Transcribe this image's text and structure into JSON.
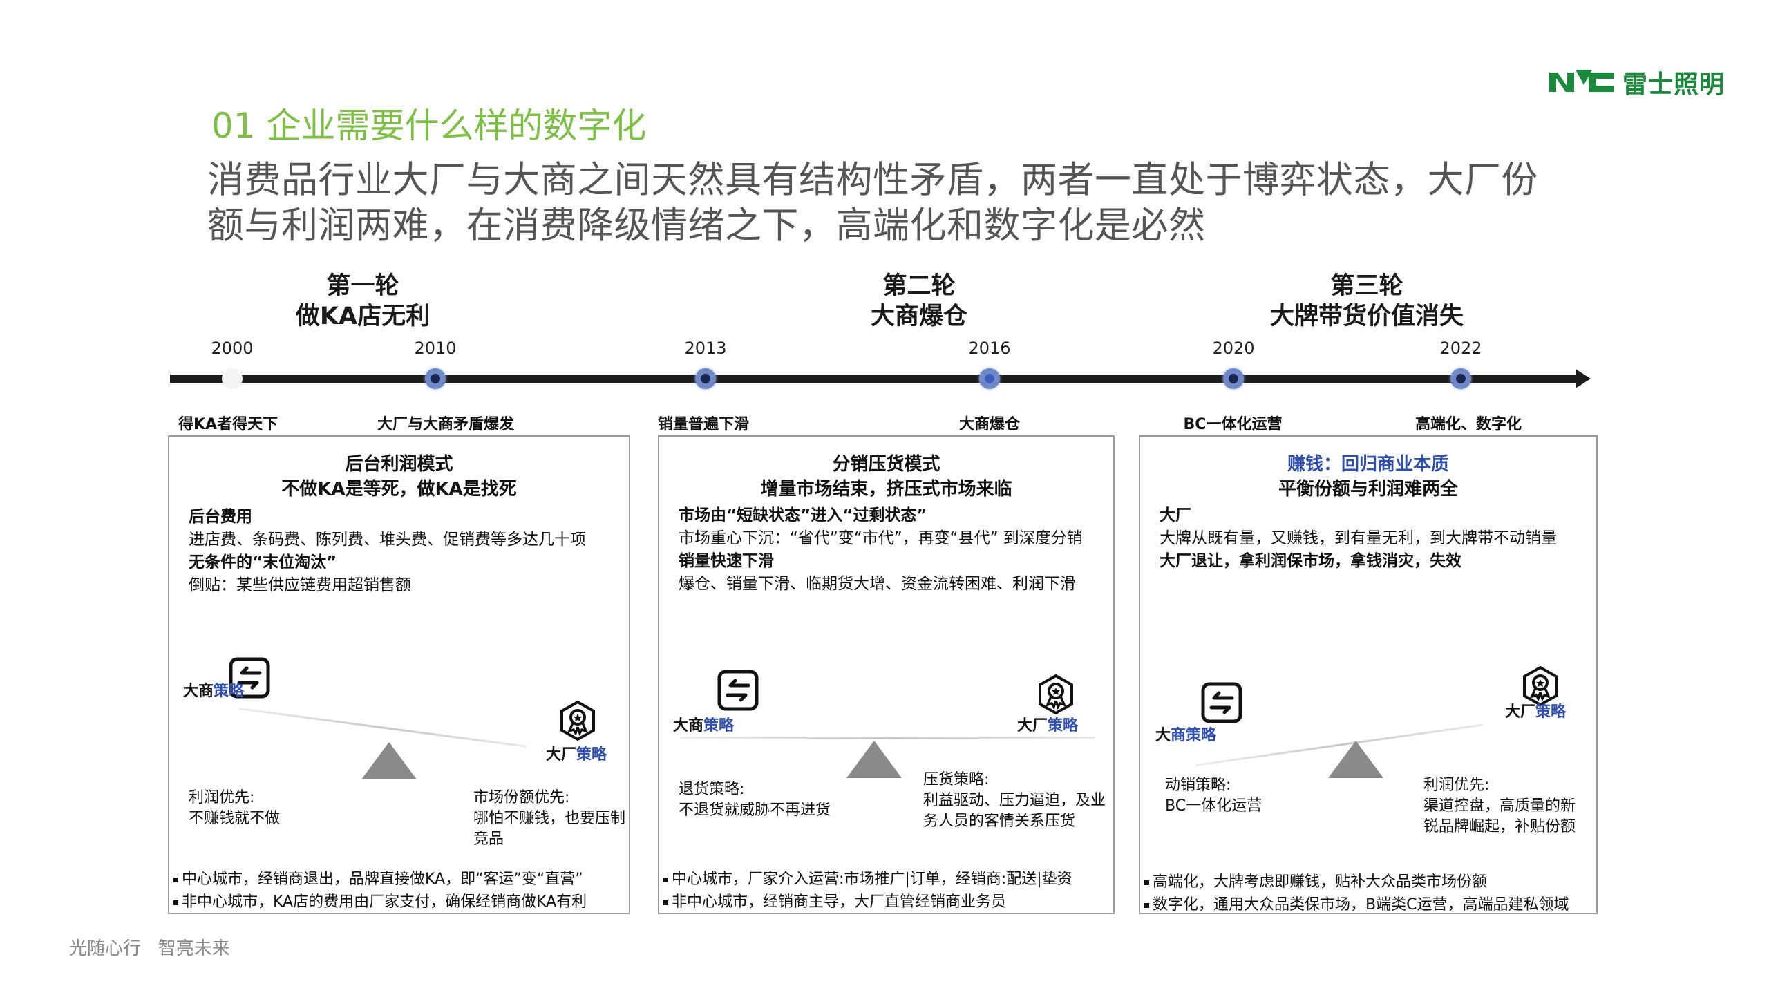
{
  "logo": {
    "mark": "NVC",
    "name": "雷士照明"
  },
  "header": {
    "section_title": "01 企业需要什么样的数字化",
    "subtitle_lines": [
      "消费品行业大厂与大商之间天然具有结构性矛盾，两者一直处于博弈状态，大厂份",
      "额与利润两难，在消费降级情绪之下，高端化和数字化是必然"
    ]
  },
  "rounds": [
    {
      "line1": "第一轮",
      "line2": "做KA店无利"
    },
    {
      "line1": "第二轮",
      "line2": "大商爆仓"
    },
    {
      "line1": "第三轮",
      "line2": "大牌带货价值消失"
    }
  ],
  "timeline": {
    "points": [
      {
        "year": "2000",
        "event": "得KA者得天下"
      },
      {
        "year": "2010",
        "event": "大厂与大商矛盾爆发"
      },
      {
        "year": "2013",
        "event": "销量普遍下滑"
      },
      {
        "year": "2016",
        "event": "大商爆仓"
      },
      {
        "year": "2020",
        "event": "BC一体化运营"
      },
      {
        "year": "2022",
        "event": "高端化、数字化"
      }
    ]
  },
  "boxes": [
    {
      "heading1": "后台利润模式",
      "heading2": [
        "不做KA是等死，做KA是找死",
        ""
      ],
      "body": [
        {
          "text": "后台费用",
          "bold": true
        },
        {
          "text": "进店费、条码费、陈列费、堆头费、促销费等多达几十项",
          "bold": false
        },
        {
          "text": "无条件的“末位淘汰”",
          "bold": true
        },
        {
          "text": "倒贴：某些供应链费用超销售额",
          "bold": false
        }
      ],
      "left_label": [
        "大商",
        "策略"
      ],
      "right_label": [
        "大厂",
        "策略"
      ],
      "left_caption": [
        "利润优先:",
        "不赚钱就不做"
      ],
      "right_caption": [
        "市场份额优先:",
        "哪怕不赚钱，也要压制",
        "竞品"
      ],
      "bullets": [
        "中心城市，经销商退出，品牌直接做KA，即“客运”变“直营”",
        "非中心城市，KA店的费用由厂家支付，确保经销商做KA有利"
      ]
    },
    {
      "heading1": "分销压货模式",
      "heading2": [
        "增量市场结束，挤压式市场来临",
        ""
      ],
      "body": [
        {
          "text": "市场由“短缺状态”进入“过剩状态”",
          "bold": true
        },
        {
          "text": "市场重心下沉：“省代”变“市代”，再变“县代” 到深度分销",
          "bold": false
        },
        {
          "text": "销量快速下滑",
          "bold": true
        },
        {
          "text": "爆仓、销量下滑、临期货大增、资金流转困难、利润下滑",
          "bold": false
        }
      ],
      "left_label": [
        "大商",
        "策略"
      ],
      "right_label": [
        "大厂",
        "策略"
      ],
      "left_caption": [
        "退货策略:",
        "不退货就威胁不再进货"
      ],
      "right_caption": [
        "压货策略:",
        "利益驱动、压力逼迫，及业",
        "务人员的客情关系压货"
      ],
      "bullets": [
        "中心城市，厂家介入运营:市场推广|订单，经销商:配送|垫资",
        "非中心城市，经销商主导，大厂直管经销商业务员"
      ]
    },
    {
      "heading1": "赚钱：回归商业本质",
      "heading2": [
        "平衡份额与利润难两全",
        ""
      ],
      "body": [
        {
          "text": "大厂",
          "bold": true
        },
        {
          "text": "大牌从既有量，又赚钱，到有量无利，到大牌带不动销量",
          "bold": false
        },
        {
          "text": "大厂退让，拿利润保市场，拿钱消灾，失效",
          "bold": true
        }
      ],
      "left_label": [
        "大",
        "商策略"
      ],
      "right_label": [
        "大厂",
        "策略"
      ],
      "left_caption": [
        "动销策略:",
        "BC一体化运营"
      ],
      "right_caption": [
        "利润优先:",
        "渠道控盘，高质量的新",
        "锐品牌崛起，补贴份额"
      ],
      "bullets": [
        "高端化，大牌考虑即赚钱，贴补大众品类市场份额",
        "数字化，通用大众品类保市场，B端类C运营，高端品建私领域"
      ]
    }
  ],
  "footer": {
    "slogan": "光随心行   智亮未来"
  },
  "colors": {
    "accent_green": "#7bc043",
    "logo_green": "#1b8a3c",
    "highlight_blue": "#2f4fae"
  }
}
